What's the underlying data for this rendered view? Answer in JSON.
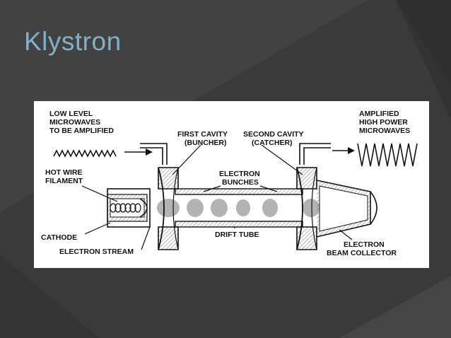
{
  "slide": {
    "title": "Klystron"
  },
  "diagram": {
    "labels": {
      "input_1": "LOW LEVEL",
      "input_2": "MICROWAVES",
      "input_3": "TO BE AMPLIFIED",
      "first_cavity_1": "FIRST CAVITY",
      "first_cavity_2": "(BUNCHER)",
      "second_cavity_1": "SECOND CAVITY",
      "second_cavity_2": "(CATCHER)",
      "output_1": "AMPLIFIED",
      "output_2": "HIGH POWER",
      "output_3": "MICROWAVES",
      "filament_1": "HOT WIRE",
      "filament_2": "FILAMENT",
      "bunches_1": "ELECTRON",
      "bunches_2": "BUNCHES",
      "cathode": "CATHODE",
      "drift_tube": "DRIFT TUBE",
      "stream": "ELECTRON STREAM",
      "collector_1": "ELECTRON",
      "collector_2": "BEAM COLLECTOR"
    }
  },
  "colors": {
    "background": "#3b3b3b",
    "title": "#7fb2c9",
    "ink": "#111111"
  }
}
